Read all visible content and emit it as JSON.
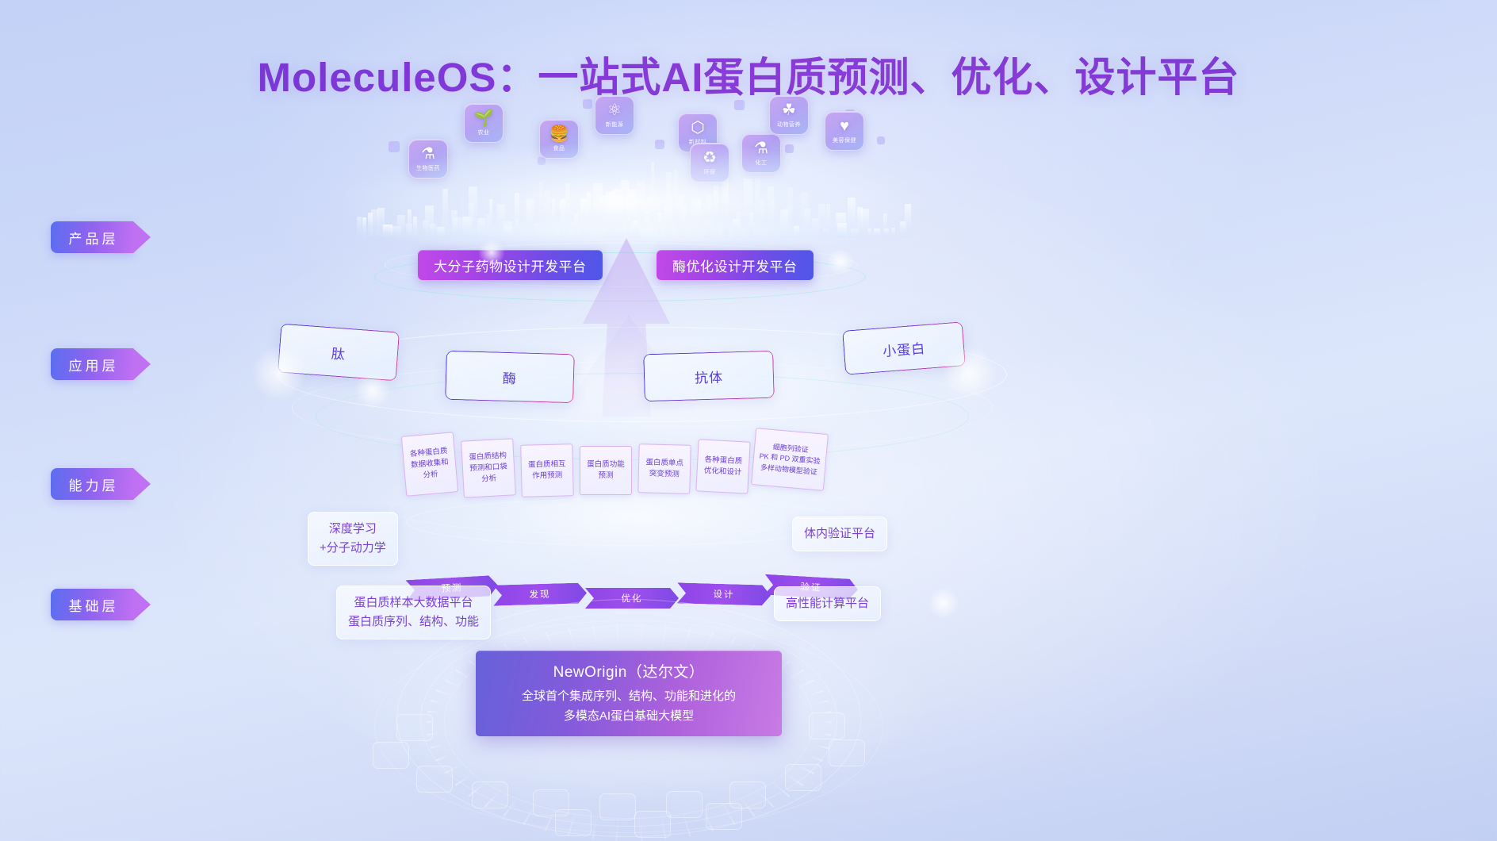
{
  "title": "MoleculeOS：一站式AI蛋白质预测、优化、设计平台",
  "layers": [
    {
      "id": "product",
      "label": "产品层"
    },
    {
      "id": "application",
      "label": "应用层"
    },
    {
      "id": "capability",
      "label": "能力层"
    },
    {
      "id": "foundation",
      "label": "基础层"
    }
  ],
  "industry_icons": [
    {
      "label": "生物医药",
      "icon": "microscope-icon",
      "glyph": "⚗"
    },
    {
      "label": "农业",
      "icon": "sprout-icon",
      "glyph": "🌱"
    },
    {
      "label": "食品",
      "icon": "burger-icon",
      "glyph": "🍔"
    },
    {
      "label": "新能源",
      "icon": "molecule-icon",
      "glyph": "⚛"
    },
    {
      "label": "新材料",
      "icon": "hexagon-chain-icon",
      "glyph": "⬡"
    },
    {
      "label": "环保",
      "icon": "recycle-icon",
      "glyph": "♻"
    },
    {
      "label": "化工",
      "icon": "flask-icon",
      "glyph": "⚗"
    },
    {
      "label": "动物营养",
      "icon": "animal-nutrition-icon",
      "glyph": "☘"
    },
    {
      "label": "美容保健",
      "icon": "heart-hands-icon",
      "glyph": "♥"
    }
  ],
  "product_layer": {
    "platforms": [
      {
        "label": "大分子药物设计开发平台"
      },
      {
        "label": "酶优化设计开发平台"
      }
    ]
  },
  "application_layer": {
    "items": [
      {
        "label": "肽"
      },
      {
        "label": "酶"
      },
      {
        "label": "抗体"
      },
      {
        "label": "小蛋白"
      }
    ]
  },
  "capability_layer": {
    "cards": [
      {
        "label": "各种蛋白质\n数据收集和\n分析"
      },
      {
        "label": "蛋白质结构\n预测和口袋\n分析"
      },
      {
        "label": "蛋白质相互\n作用预测"
      },
      {
        "label": "蛋白质功能\n预测"
      },
      {
        "label": "蛋白质单点\n突变预测"
      },
      {
        "label": "各种蛋白质\n优化和设计"
      },
      {
        "label": "细胞列验证\nPK 和 PD 双重实验\n多样动物模型验证"
      }
    ],
    "process": [
      {
        "label": "预测"
      },
      {
        "label": "发现"
      },
      {
        "label": "优化"
      },
      {
        "label": "设计"
      },
      {
        "label": "验证"
      }
    ]
  },
  "foundation_layer": {
    "core": {
      "name": "NewOrigin（达尔文）",
      "line1": "全球首个集成序列、结构、功能和进化的",
      "line2": "多模态AI蛋白基础大模型"
    },
    "chips": [
      {
        "line1": "深度学习",
        "line2": "+分子动力学"
      },
      {
        "line1": "蛋白质样本大数据平台",
        "line2": "蛋白质序列、结构、功能"
      },
      {
        "line1": "体内验证平台",
        "line2": ""
      },
      {
        "line1": "高性能计算平台",
        "line2": ""
      }
    ]
  },
  "colors": {
    "background_top": "#c4d2f7",
    "background_bottom": "#c2cff3",
    "title_purple": "#7b3fd6",
    "accent_magenta": "#c348e8",
    "accent_blue": "#4f57e8",
    "tag_gradient_start": "#5b6ef0",
    "tag_gradient_end": "#c070f2",
    "card_text": "#6a3fd0",
    "mint_ring": "#96ebe1"
  }
}
